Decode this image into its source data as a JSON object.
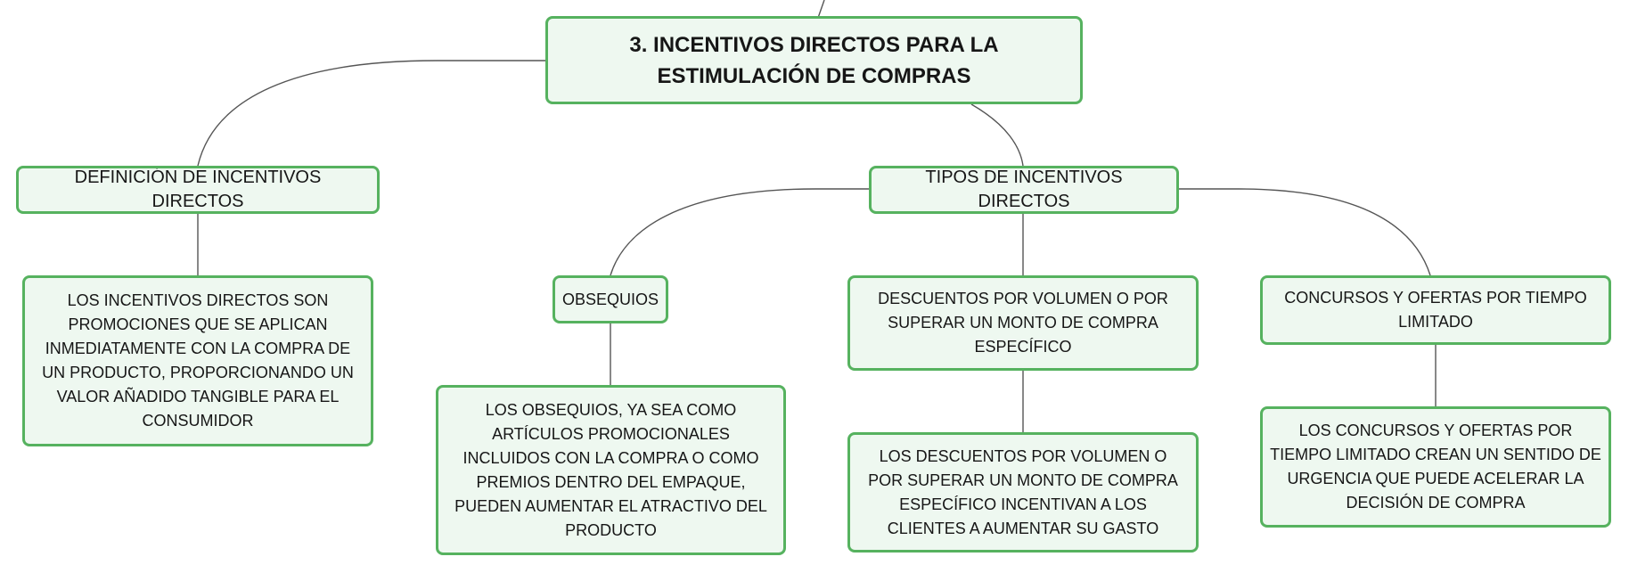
{
  "mindmap": {
    "root": {
      "label": "3. INCENTIVOS DIRECTOS PARA LA ESTIMULACIÓN DE COMPRAS"
    },
    "definition": {
      "label": "DEFINICIÓN DE INCENTIVOS DIRECTOS",
      "detail": "LOS INCENTIVOS DIRECTOS SON PROMOCIONES QUE SE APLICAN INMEDIATAMENTE CON LA COMPRA DE UN PRODUCTO, PROPORCIONANDO UN VALOR AÑADIDO TANGIBLE PARA EL CONSUMIDOR"
    },
    "types": {
      "label": "TIPOS DE INCENTIVOS DIRECTOS",
      "gifts": {
        "label": "OBSEQUIOS",
        "detail": "LOS OBSEQUIOS, YA SEA COMO ARTÍCULOS PROMOCIONALES INCLUIDOS CON LA COMPRA O COMO PREMIOS DENTRO DEL EMPAQUE, PUEDEN AUMENTAR EL ATRACTIVO DEL PRODUCTO"
      },
      "discounts": {
        "label": "DESCUENTOS POR VOLUMEN O POR SUPERAR UN MONTO DE COMPRA ESPECÍFICO",
        "detail": "LOS DESCUENTOS POR VOLUMEN O POR SUPERAR UN MONTO DE COMPRA ESPECÍFICO INCENTIVAN A LOS CLIENTES A AUMENTAR SU GASTO"
      },
      "contests": {
        "label": "CONCURSOS Y OFERTAS POR TIEMPO LIMITADO",
        "detail": "LOS CONCURSOS Y OFERTAS POR TIEMPO LIMITADO CREAN UN SENTIDO DE URGENCIA QUE PUEDE ACELERAR LA DECISIÓN DE COMPRA"
      }
    }
  },
  "colors": {
    "node_border": "#56b25f",
    "node_fill": "#eef8f0",
    "connector": "#555555",
    "text": "#161616"
  }
}
